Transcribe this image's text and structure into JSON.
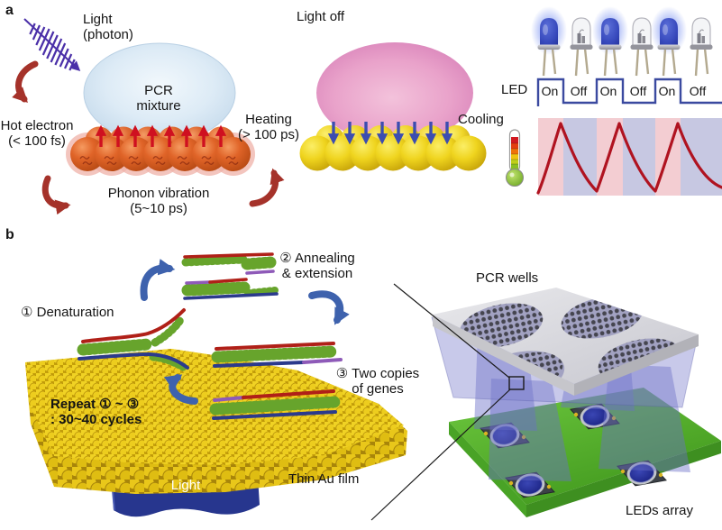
{
  "figure": {
    "panel_a": {
      "label": "a",
      "light_photon": [
        "Light",
        "(photon)"
      ],
      "pcr_mixture": [
        "PCR",
        "mixture"
      ],
      "hot_electron": [
        "Hot electron",
        "(< 100 fs)"
      ],
      "heating": [
        "Heating",
        "(> 100 ps)"
      ],
      "phonon_vibration": [
        "Phonon vibration",
        "(5~10 ps)"
      ],
      "light_off": "Light off",
      "cooling": "Cooling",
      "led_axis_label": "LED",
      "led_states": [
        "On",
        "Off",
        "On",
        "Off",
        "On",
        "Off"
      ]
    },
    "panel_b": {
      "label": "b",
      "step_1": "① Denaturation",
      "step_2": [
        "② Annealing",
        "& extension"
      ],
      "step_3": [
        "③ Two copies",
        "of genes"
      ],
      "repeat_note": [
        "Repeat ① ~ ③",
        ": 30~40 cycles"
      ],
      "light_beam": "Light",
      "thin_au_film": "Thin Au film",
      "pcr_wells": "PCR wells",
      "leds_array": "LEDs array"
    },
    "colors": {
      "gold": "#ecc814",
      "hot_red": "#cf1020",
      "cool_blue": "#3c4db0",
      "dome_blue": "#dbeaf6",
      "dome_pink": "#eaa6cc",
      "wave_blue": "#3b4aa0",
      "temp_curve_red": "#b01320",
      "band_on_pink": "#f3cdd2",
      "band_off_lavender": "#c7c8e2",
      "board_green": "#5cb832",
      "beam_blue": "#27368e"
    }
  }
}
